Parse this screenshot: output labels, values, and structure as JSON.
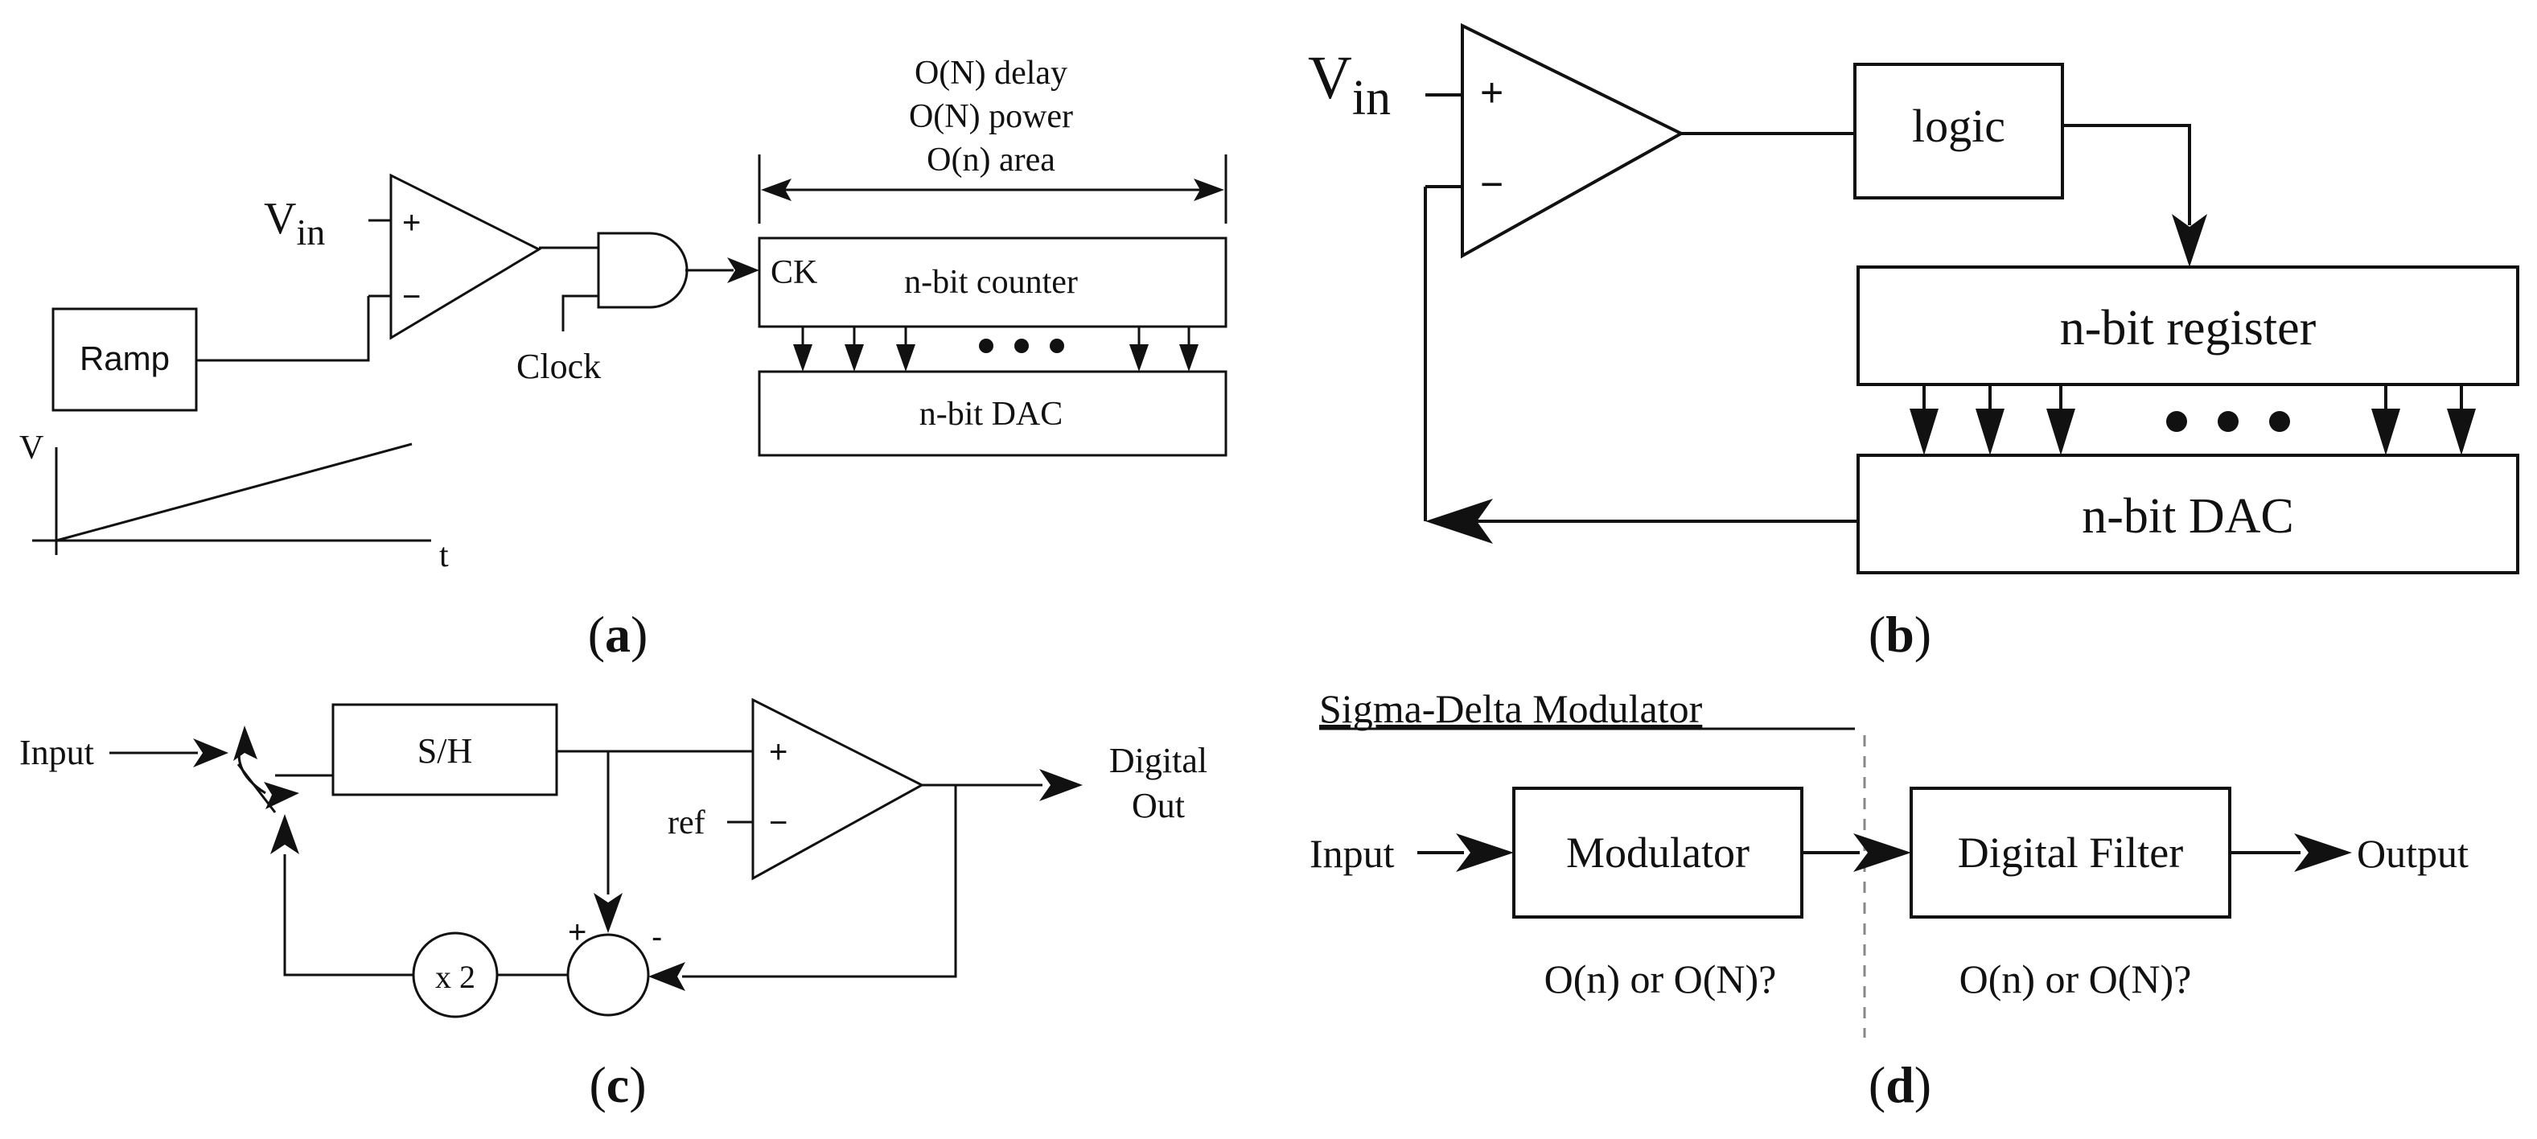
{
  "panel_a": {
    "caption": "a",
    "vin_main": "V",
    "vin_sub": "in",
    "plus": "+",
    "minus": "−",
    "ramp": "Ramp",
    "clock": "Clock",
    "ck": "CK",
    "counter": "n-bit counter",
    "dac": "n-bit DAC",
    "delay": "O(N) delay",
    "power": "O(N) power",
    "area": "O(n) area",
    "v_axis": "V",
    "t_axis": "t"
  },
  "panel_b": {
    "caption": "b",
    "vin_main": "V",
    "vin_sub": "in",
    "plus": "+",
    "minus": "−",
    "logic": "logic",
    "register": "n-bit register",
    "dac": "n-bit DAC"
  },
  "panel_c": {
    "caption": "c",
    "input": "Input",
    "sh": "S/H",
    "plus": "+",
    "minus": "−",
    "ref": "ref",
    "digital": "Digital",
    "out": "Out",
    "x2": "x 2",
    "sum_plus": "+",
    "sum_minus": "-"
  },
  "panel_d": {
    "caption": "d",
    "title": "Sigma-Delta Modulator",
    "input": "Input",
    "modulator": "Modulator",
    "filter": "Digital Filter",
    "output": "Output",
    "complexity_mod": "O(n) or O(N)?",
    "complexity_filter": "O(n) or O(N)?"
  },
  "caption_parens": {
    "open": "(",
    "close": ")"
  }
}
